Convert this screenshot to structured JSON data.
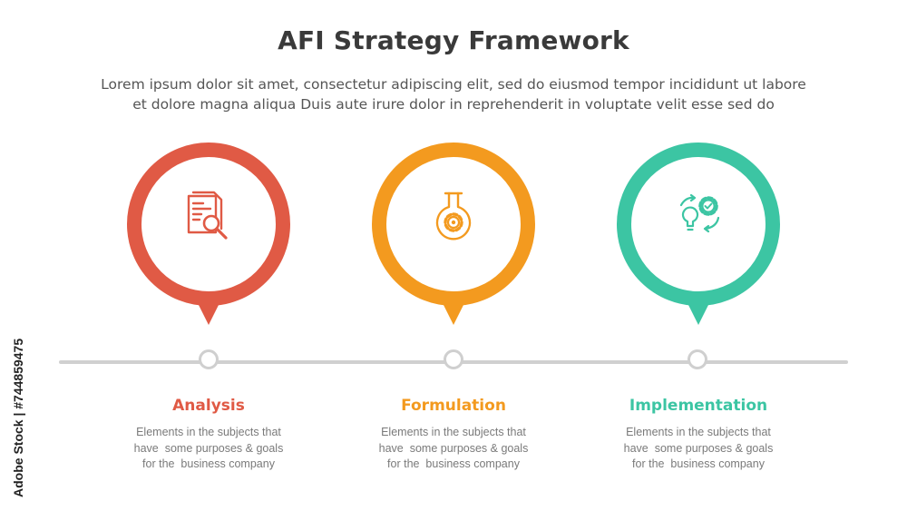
{
  "title": "AFI Strategy Framework",
  "subtitle": {
    "line1": "Lorem ipsum dolor sit amet, consectetur adipiscing elit, sed do eiusmod tempor incididunt ut labore",
    "line2": "et dolore magna aliqua Duis aute irure dolor in reprehenderit in voluptate velit esse sed do"
  },
  "watermark": "Adobe Stock | #744859475",
  "steps": [
    {
      "title": "Analysis",
      "color": "#e05a45",
      "icon": "document-search-icon",
      "desc": [
        "Elements in the subjects that",
        "have  some purposes & goals",
        "for the  business company"
      ]
    },
    {
      "title": "Formulation",
      "color": "#f39a1f",
      "icon": "flask-gear-icon",
      "desc": [
        "Elements in the subjects that",
        "have  some purposes & goals",
        "for the  business company"
      ]
    },
    {
      "title": "Implementation",
      "color": "#3cc5a3",
      "icon": "gear-bulb-cycle-icon",
      "desc": [
        "Elements in the subjects that",
        "have  some purposes & goals",
        "for the  business company"
      ]
    }
  ]
}
